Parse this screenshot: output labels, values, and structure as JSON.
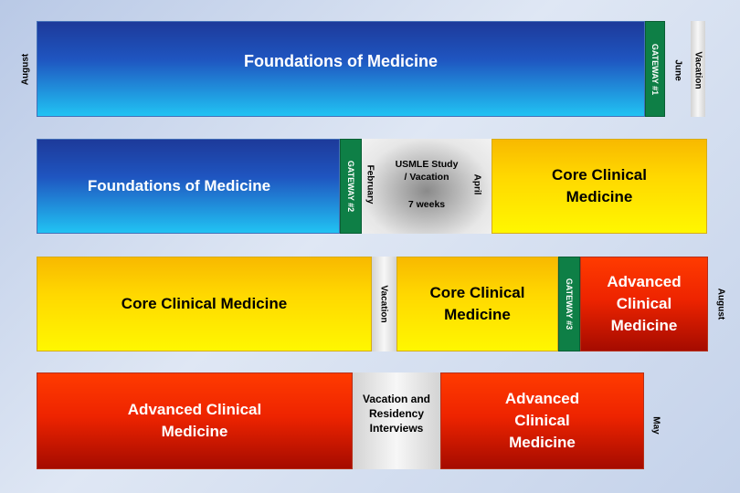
{
  "row1": {
    "foundations_label": "Foundations of Medicine",
    "gateway_label": "GATEWAY #1",
    "month_start": "August",
    "month_june": "June",
    "vacation_label": "Vacation"
  },
  "row2": {
    "foundations_label": "Foundations of Medicine",
    "gateway_label": "GATEWAY #2",
    "month_february": "February",
    "usmle_label_line1": "USMLE Study",
    "usmle_label_line2": "/ Vacation",
    "usmle_weeks": "7 weeks",
    "month_april": "April",
    "core_label": "Core Clinical Medicine"
  },
  "row3": {
    "core_label_a": "Core Clinical Medicine",
    "vacation_label": "Vacation",
    "core_label_b": "Core Clinical Medicine",
    "gateway_label": "GATEWAY #3",
    "advanced_label": "Advanced Clinical Medicine",
    "month_end": "August"
  },
  "row4": {
    "advanced_label_a": "Advanced Clinical Medicine",
    "vacation_interviews_label": "Vacation and Residency Interviews",
    "advanced_label_b": "Advanced Clinical Medicine",
    "month_end": "May"
  },
  "colors": {
    "foundations_blue": "#1f55c0",
    "core_gold": "#ffd800",
    "advanced_red": "#ee2400",
    "gateway_green": "#0e7f46",
    "vacation_gray": "#d3d3d3"
  }
}
